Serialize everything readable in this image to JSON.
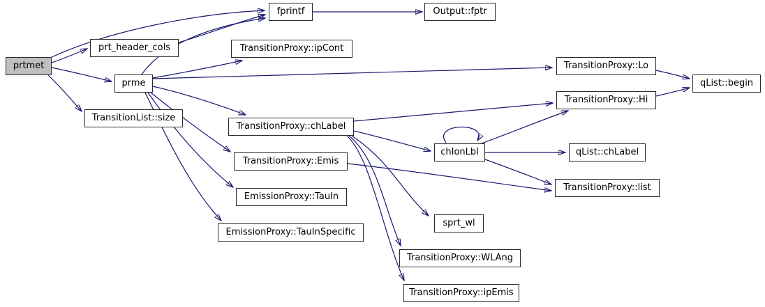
{
  "diagram": {
    "type": "doxygen-call-graph",
    "root_function": "prtmet",
    "colors": {
      "edge": "#191970",
      "node_border": "#2b2b2b",
      "node_fill": "#ffffff",
      "root_node_fill": "#bfbfbf",
      "text": "#000000",
      "background": "#ffffff"
    },
    "nodes": [
      {
        "id": "prtmet",
        "label": "prtmet"
      },
      {
        "id": "prt_header_cols",
        "label": "prt_header_cols"
      },
      {
        "id": "prme",
        "label": "prme"
      },
      {
        "id": "size",
        "label": "TransitionList::size"
      },
      {
        "id": "fprintf",
        "label": "fprintf"
      },
      {
        "id": "fptr",
        "label": "Output::fptr"
      },
      {
        "id": "ipCont",
        "label": "TransitionProxy::ipCont"
      },
      {
        "id": "Lo",
        "label": "TransitionProxy::Lo"
      },
      {
        "id": "Hi",
        "label": "TransitionProxy::Hi"
      },
      {
        "id": "begin",
        "label": "qList::begin"
      },
      {
        "id": "chLabel",
        "label": "TransitionProxy::chLabel"
      },
      {
        "id": "Emis",
        "label": "TransitionProxy::Emis"
      },
      {
        "id": "TauIn",
        "label": "EmissionProxy::TauIn"
      },
      {
        "id": "TauInSpecific",
        "label": "EmissionProxy::TauInSpecific"
      },
      {
        "id": "chIonLbl",
        "label": "chIonLbl"
      },
      {
        "id": "qList_chLabel",
        "label": "qList::chLabel"
      },
      {
        "id": "list",
        "label": "TransitionProxy::list"
      },
      {
        "id": "sprt_wl",
        "label": "sprt_wl"
      },
      {
        "id": "WLAng",
        "label": "TransitionProxy::WLAng"
      },
      {
        "id": "ipEmis",
        "label": "TransitionProxy::ipEmis"
      }
    ],
    "edges": [
      {
        "from": "prtmet",
        "to": "fprintf"
      },
      {
        "from": "prtmet",
        "to": "prt_header_cols"
      },
      {
        "from": "prtmet",
        "to": "prme"
      },
      {
        "from": "prtmet",
        "to": "TransitionList::size"
      },
      {
        "from": "prt_header_cols",
        "to": "fprintf"
      },
      {
        "from": "prme",
        "to": "fprintf"
      },
      {
        "from": "prme",
        "to": "TransitionProxy::ipCont"
      },
      {
        "from": "prme",
        "to": "TransitionProxy::Lo"
      },
      {
        "from": "prme",
        "to": "TransitionProxy::chLabel"
      },
      {
        "from": "prme",
        "to": "TransitionProxy::Emis"
      },
      {
        "from": "prme",
        "to": "EmissionProxy::TauIn"
      },
      {
        "from": "prme",
        "to": "EmissionProxy::TauInSpecific"
      },
      {
        "from": "fprintf",
        "to": "Output::fptr"
      },
      {
        "from": "TransitionProxy::Lo",
        "to": "qList::begin"
      },
      {
        "from": "TransitionProxy::Hi",
        "to": "qList::begin"
      },
      {
        "from": "TransitionProxy::chLabel",
        "to": "TransitionProxy::Hi"
      },
      {
        "from": "TransitionProxy::chLabel",
        "to": "chIonLbl"
      },
      {
        "from": "TransitionProxy::chLabel",
        "to": "sprt_wl"
      },
      {
        "from": "TransitionProxy::chLabel",
        "to": "TransitionProxy::WLAng"
      },
      {
        "from": "TransitionProxy::chLabel",
        "to": "TransitionProxy::ipEmis"
      },
      {
        "from": "chIonLbl",
        "to": "chIonLbl"
      },
      {
        "from": "chIonLbl",
        "to": "TransitionProxy::Hi"
      },
      {
        "from": "chIonLbl",
        "to": "qList::chLabel"
      },
      {
        "from": "chIonLbl",
        "to": "TransitionProxy::list"
      },
      {
        "from": "TransitionProxy::Emis",
        "to": "TransitionProxy::list"
      }
    ]
  }
}
